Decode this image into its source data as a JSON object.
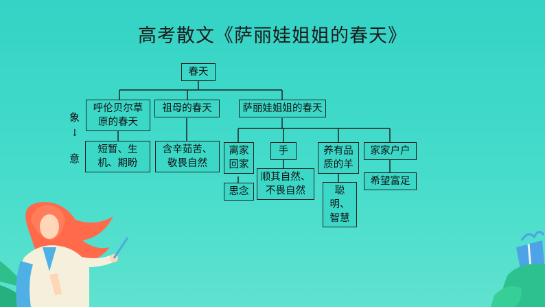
{
  "title": "高考散文《萨丽娃姐姐的春天》",
  "side_label": {
    "top": "象",
    "arrow": "↓",
    "bottom": "意"
  },
  "nodes": {
    "root": "春天",
    "hulun": "呼伦贝尔草原的春天",
    "zumu": "祖母的春天",
    "saliwa": "萨丽娃姐姐的春天",
    "hulun_detail": "短暂、生机、期盼",
    "zumu_detail": "含辛茹苦、敬畏自然",
    "lijia": "离家回家",
    "lijia_detail": "思念",
    "shou": "手",
    "shou_detail": "顺其自然、不畏自然",
    "yangyang": "养有品质的羊",
    "yangyang_detail": "聪明、智慧",
    "jiajia": "家家户户",
    "jiajia_detail": "希望富足"
  },
  "colors": {
    "background": "#39d6c6",
    "line": "#222222"
  }
}
